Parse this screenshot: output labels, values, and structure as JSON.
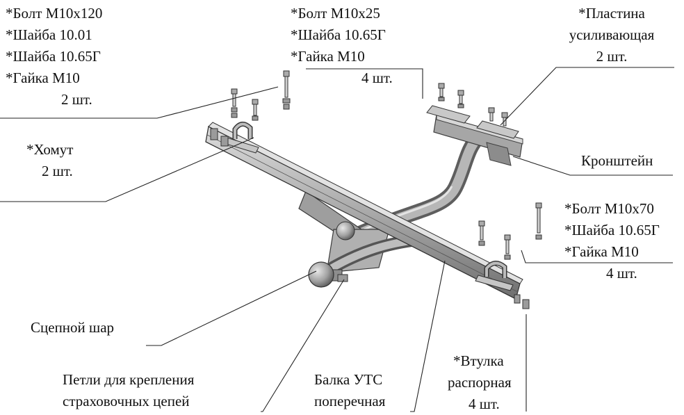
{
  "labels": {
    "bolt_m10x120": [
      "*Болт М10х120",
      "*Шайба 10.01",
      "*Шайба 10.65Г",
      "*Гайка М10",
      "2 шт."
    ],
    "bolt_m10x25": [
      "*Болт М10х25",
      "*Шайба 10.65Г",
      "*Гайка М10",
      "4 шт."
    ],
    "plate": [
      "*Пластина",
      "усиливающая",
      "2 шт."
    ],
    "clamp": [
      "*Хомут",
      "2 шт."
    ],
    "bracket": [
      "Кронштейн"
    ],
    "bolt_m10x70": [
      "*Болт М10х70",
      "*Шайба 10.65Г",
      "*Гайка М10",
      "4 шт."
    ],
    "hitch_ball": [
      "Сцепной шар"
    ],
    "chain_loops": [
      "Петли для крепления",
      "страховочных цепей"
    ],
    "cross_beam": [
      "Балка УТС",
      "поперечная"
    ],
    "spacer": [
      "*Втулка",
      "распорная",
      "4 шт."
    ]
  },
  "colors": {
    "metal_light": "#c9c9c9",
    "metal_mid": "#9a9a9a",
    "metal_dark": "#5e5e5e",
    "leader": "#222222"
  }
}
